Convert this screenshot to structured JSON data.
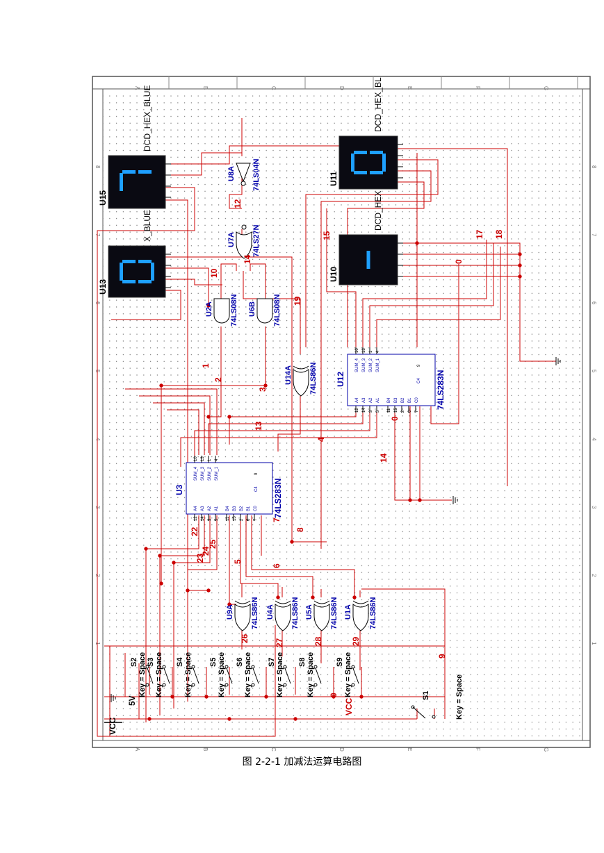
{
  "caption": "图 2-2-1 加减法运算电路图",
  "colors": {
    "wire": "#cc0000",
    "component": "#1a1a1a",
    "part_label": "#0000aa",
    "net_label": "#cc0000",
    "display_bg": "#0a0a12",
    "segment": "#1ea0ff",
    "grid_dot": "#7a7a7a",
    "background": "#ffffff"
  },
  "border": {
    "top_columns": [
      "A",
      "B",
      "C",
      "D",
      "E",
      "F",
      "G"
    ],
    "side_rows": [
      "8",
      "7",
      "6",
      "5",
      "4",
      "3",
      "2",
      "1"
    ]
  },
  "displays": [
    {
      "ref": "U15",
      "part": "DCD_HEX_BLUE",
      "digit": "7"
    },
    {
      "ref": "U13",
      "part": "X_BLUE",
      "digit": "0"
    },
    {
      "ref": "U11",
      "part": "DCD_HEX_BL",
      "digit": "0"
    },
    {
      "ref": "U10",
      "part": "DCD_HEX",
      "digit": "-"
    }
  ],
  "gates": [
    {
      "ref": "U8A",
      "part": "74LS04N"
    },
    {
      "ref": "U7A",
      "part": "74LS27N"
    },
    {
      "ref": "U2A",
      "part": "74LS08N"
    },
    {
      "ref": "U6B",
      "part": "74LS08N"
    },
    {
      "ref": "U14A",
      "part": "74LS86N"
    },
    {
      "ref": "U9A",
      "part": "74LS86N"
    },
    {
      "ref": "U4A",
      "part": "74LS86N"
    },
    {
      "ref": "U5A",
      "part": "74LS86N"
    },
    {
      "ref": "U1A",
      "part": "74LS86N"
    }
  ],
  "adders": [
    {
      "ref": "U12",
      "part": "74LS283N",
      "pins_left": [
        "10",
        "13",
        "1",
        "4"
      ],
      "pins_right": [
        "9"
      ],
      "out_labels": [
        "SUM_4",
        "SUM_3",
        "SUM_2",
        "SUM_1"
      ],
      "carry": "C4",
      "in_labels": [
        "A4",
        "A3",
        "A2",
        "A1",
        "B4",
        "B3",
        "B2",
        "B1",
        "C0"
      ],
      "in_pins": [
        "12",
        "14",
        "3",
        "5",
        "11",
        "15",
        "2",
        "6",
        "7"
      ]
    },
    {
      "ref": "U3",
      "part": "74LS283N",
      "pins_left": [
        "10",
        "13",
        "1",
        "4"
      ],
      "pins_right": [
        "9"
      ],
      "out_labels": [
        "SUM_4",
        "SUM_3",
        "SUM_2",
        "SUM_1"
      ],
      "carry": "C4",
      "in_labels": [
        "A4",
        "A3",
        "A2",
        "A1",
        "B4",
        "B3",
        "B2",
        "B1",
        "C0"
      ],
      "in_pins": [
        "12",
        "14",
        "3",
        "5",
        "11",
        "15",
        "2",
        "6",
        "7"
      ]
    }
  ],
  "switches": [
    {
      "ref": "S2",
      "key": "Key = Space"
    },
    {
      "ref": "S3",
      "key": "Key = Space"
    },
    {
      "ref": "S4",
      "key": "Key = Space"
    },
    {
      "ref": "S5",
      "key": "Key = Space"
    },
    {
      "ref": "S6",
      "key": "Key = Space"
    },
    {
      "ref": "S7",
      "key": "Key = Space"
    },
    {
      "ref": "S8",
      "key": "Key = Space"
    },
    {
      "ref": "S9",
      "key": "Key = Space"
    },
    {
      "ref": "S1",
      "key": "Key = Space"
    }
  ],
  "power": {
    "vcc": "VCC",
    "voltage": "5V",
    "vcc_net": "VCC"
  },
  "nets": [
    "12",
    "14",
    "10",
    "19",
    "1",
    "2",
    "3",
    "13",
    "4",
    "15",
    "17",
    "18",
    "0",
    "0",
    "14",
    "22",
    "23",
    "24",
    "25",
    "5",
    "6",
    "7",
    "8",
    "26",
    "27",
    "28",
    "29",
    "9",
    "0"
  ]
}
